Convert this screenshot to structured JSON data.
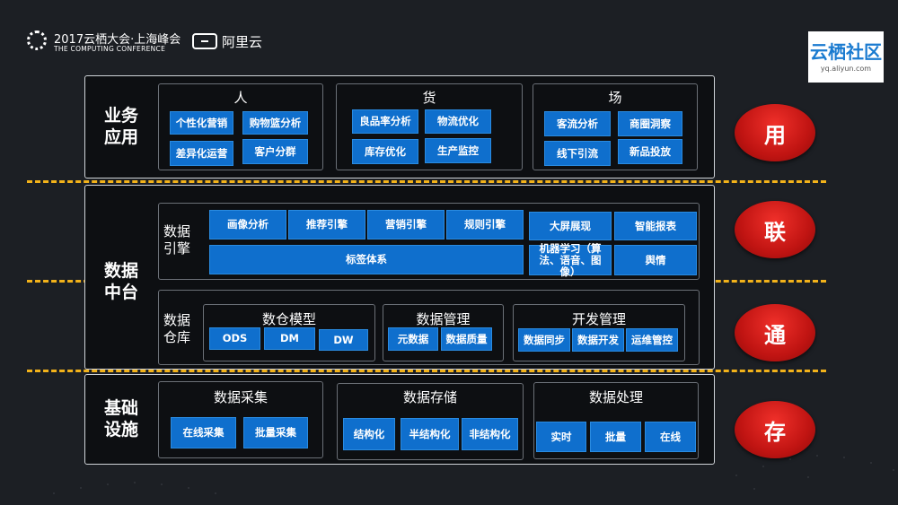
{
  "header": {
    "conference_title": "2017云栖大会·上海峰会",
    "conference_subtitle": "THE COMPUTING CONFERENCE",
    "aliyun_text": "阿里云",
    "watermark_title": "云栖社区",
    "watermark_url": "yq.aliyun.com"
  },
  "business": {
    "label_line1": "业务",
    "label_line2": "应用",
    "groups": [
      {
        "title": "人",
        "items": [
          "个性化营销",
          "购物篮分析",
          "差异化运营",
          "客户分群"
        ]
      },
      {
        "title": "货",
        "items": [
          "良品率分析",
          "物流优化",
          "库存优化",
          "生产监控"
        ]
      },
      {
        "title": "场",
        "items": [
          "客流分析",
          "商圈洞察",
          "线下引流",
          "新品投放"
        ]
      }
    ],
    "badge": "用"
  },
  "middle": {
    "label_line1": "数据",
    "label_line2": "中台",
    "engine": {
      "label_line1": "数据",
      "label_line2": "引擎",
      "items": [
        "画像分析",
        "推荐引擎",
        "营销引擎",
        "规则引擎",
        "大屏展现",
        "智能报表",
        "标签体系",
        "机器学习（算法、语音、图像）",
        "舆情"
      ]
    },
    "warehouse": {
      "label_line1": "数据",
      "label_line2": "仓库",
      "groups": [
        {
          "title": "数仓模型",
          "items": [
            "ODS",
            "DM",
            "DW"
          ]
        },
        {
          "title": "数据管理",
          "items": [
            "元数据",
            "数据质量"
          ]
        },
        {
          "title": "开发管理",
          "items": [
            "数据同步",
            "数据开发",
            "运维管控"
          ]
        }
      ]
    },
    "badge1": "联",
    "badge2": "通"
  },
  "infra": {
    "label_line1": "基础",
    "label_line2": "设施",
    "groups": [
      {
        "title": "数据采集",
        "items": [
          "在线采集",
          "批量采集"
        ]
      },
      {
        "title": "数据存储",
        "items": [
          "结构化",
          "半结构化",
          "非结构化"
        ]
      },
      {
        "title": "数据处理",
        "items": [
          "实时",
          "批量",
          "在线"
        ]
      }
    ],
    "badge": "存"
  },
  "colors": {
    "button": "#0f6fcd",
    "dash": "#f2b21a",
    "badge": "#c01412",
    "background": "#1c1f24"
  }
}
